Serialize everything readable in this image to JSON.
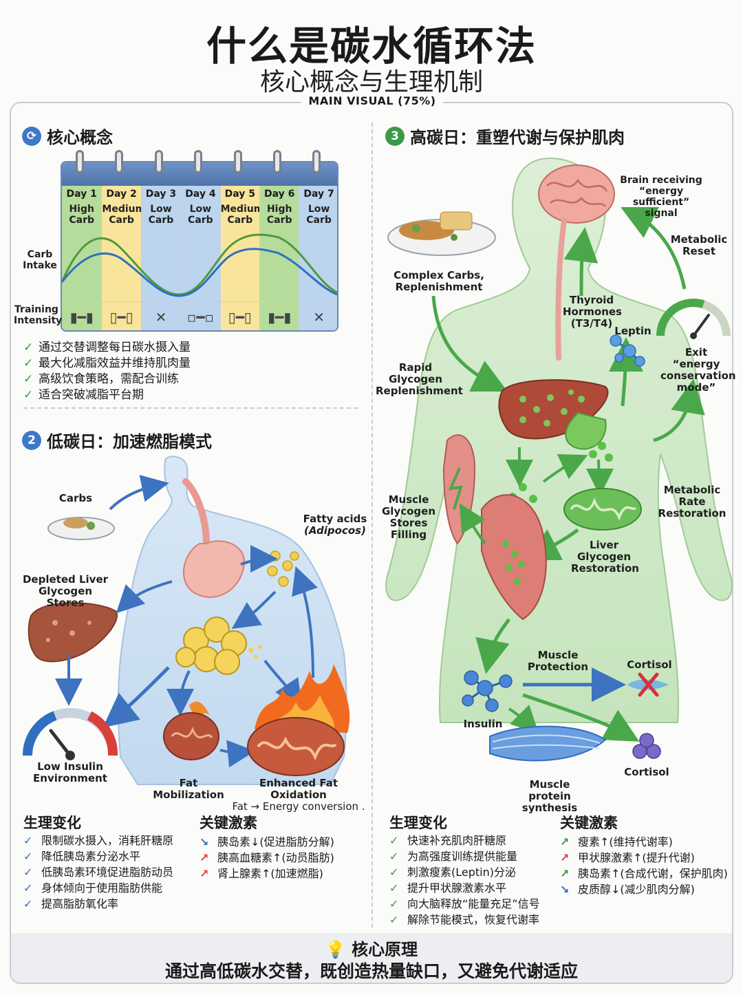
{
  "header": {
    "title": "什么是碳水循环法",
    "subtitle": "核心概念与生理机制",
    "badge": "MAIN VISUAL (75%)"
  },
  "section1": {
    "title": "核心概念",
    "days": [
      {
        "day": "Day 1",
        "carb_top": "High",
        "carb_bottom": "Carb",
        "training": "heavy-dumbbell-icon"
      },
      {
        "day": "Day 2",
        "carb_top": "Medium",
        "carb_bottom": "Carb",
        "training": "medium-dumbbell-icon"
      },
      {
        "day": "Day 3",
        "carb_top": "Low",
        "carb_bottom": "Carb",
        "training": "rest-x-icon"
      },
      {
        "day": "Day 4",
        "carb_top": "Low",
        "carb_bottom": "Carb",
        "training": "light-dumbbell-icon"
      },
      {
        "day": "Day 5",
        "carb_top": "Medium",
        "carb_bottom": "Carb",
        "training": "medium-dumbbell-icon"
      },
      {
        "day": "Day 6",
        "carb_top": "High",
        "carb_bottom": "Carb",
        "training": "heavy-dumbbell-icon"
      },
      {
        "day": "Day 7",
        "carb_top": "Low",
        "carb_bottom": "Carb",
        "training": "rest-x-icon"
      }
    ],
    "carb_intake_top": "Carb",
    "carb_intake_bottom": "Intake",
    "training_top": "Training",
    "training_bottom": "Intensity",
    "points": [
      "通过交替调整每日碳水摄入量",
      "最大化减脂效益并维持肌肉量",
      "高级饮食策略，需配合训练",
      "适合突破减脂平台期"
    ]
  },
  "section2": {
    "number": "2",
    "title": "低碳日：加速燃脂模式",
    "labels": {
      "carbs": "Carbs",
      "fatty_acids": "Fatty acids",
      "adipocos": "(Adipocos)",
      "depleted_1": "Depleted Liver",
      "depleted_2": "Glycogen Stores",
      "low_insulin_1": "Low Insulin",
      "low_insulin_2": "Environment",
      "fat_mob": "Fat Mobilization",
      "oxidation_1": "Enhanced Fat Oxidation",
      "oxidation_2": "Fat → Energy conversion ."
    },
    "phys_title": "生理变化",
    "phys": [
      "限制碳水摄入，消耗肝糖原",
      "降低胰岛素分泌水平",
      "低胰岛素环境促进脂肪动员",
      "身体倾向于使用脂肪供能",
      "提高脂肪氧化率"
    ],
    "hormone_title": "关键激素",
    "hormones": [
      {
        "arrow": "↘",
        "text": "胰岛素↓(促进脂肪分解)",
        "color": "#2f6fc0"
      },
      {
        "arrow": "↗",
        "text": "胰高血糖素↑(动员脂肪)",
        "color": "#d8403a"
      },
      {
        "arrow": "↗",
        "text": "肾上腺素↑(加速燃脂)",
        "color": "#d8403a"
      }
    ]
  },
  "section3": {
    "number": "3",
    "title": "高碳日：重塑代谢与保护肌肉",
    "labels": {
      "complex_1": "Complex Carbs,",
      "complex_2": "Replenishment",
      "brain_1": "Brain receiving",
      "brain_2": "“energy sufficient”",
      "brain_3": "signal",
      "meta_reset_1": "Metabolic",
      "meta_reset_2": "Reset",
      "thyroid_1": "Thyroid",
      "thyroid_2": "Hormones",
      "thyroid_3": "(T3/T4)",
      "leptin": "Leptin",
      "exit_1": "Exit “energy",
      "exit_2": "conservation",
      "exit_3": "mode”",
      "rapid_1": "Rapid",
      "rapid_2": "Glycogen",
      "rapid_3": "Replenishment",
      "muscle_1": "Muscle",
      "muscle_2": "Glycogen",
      "muscle_3": "Stores",
      "muscle_4": "Filling",
      "rate_1": "Metabolic Rate",
      "rate_2": "Restoration",
      "liver_1": "Liver",
      "liver_2": "Glycogen",
      "liver_3": "Restoration",
      "protection": "Muscle Protection",
      "cortisol_a": "Cortisol",
      "insulin": "Insulin",
      "cortisol_b": "Cortisol",
      "synth_1": "Muscle protein",
      "synth_2": "synthesis"
    },
    "phys_title": "生理变化",
    "phys": [
      "快速补充肌肉肝糖原",
      "为高强度训练提供能量",
      "刺激瘦素(Leptin)分泌",
      "提升甲状腺激素水平",
      "向大脑释放“能量充足”信号",
      "解除节能模式，恢复代谢率"
    ],
    "hormone_title": "关键激素",
    "hormones": [
      {
        "arrow": "↗",
        "text": "瘦素↑(维持代谢率)",
        "color": "#3a9a3a"
      },
      {
        "arrow": "↗",
        "text": "甲状腺激素↑(提升代谢)",
        "color": "#d8403a"
      },
      {
        "arrow": "↗",
        "text": "胰岛素↑(合成代谢，保护肌肉)",
        "color": "#3a9a3a"
      },
      {
        "arrow": "↘",
        "text": "皮质醇↓(减少肌肉分解)",
        "color": "#2f6fc0"
      }
    ]
  },
  "footer": {
    "title": "核心原理",
    "text": "通过高低碳水交替，既创造热量缺口，又避免代谢适应"
  },
  "colors": {
    "high": "#b6dc9c",
    "medium": "#f8e49a",
    "low": "#bcd4ee",
    "green": "#46a646",
    "blue": "#2f6fc0"
  }
}
